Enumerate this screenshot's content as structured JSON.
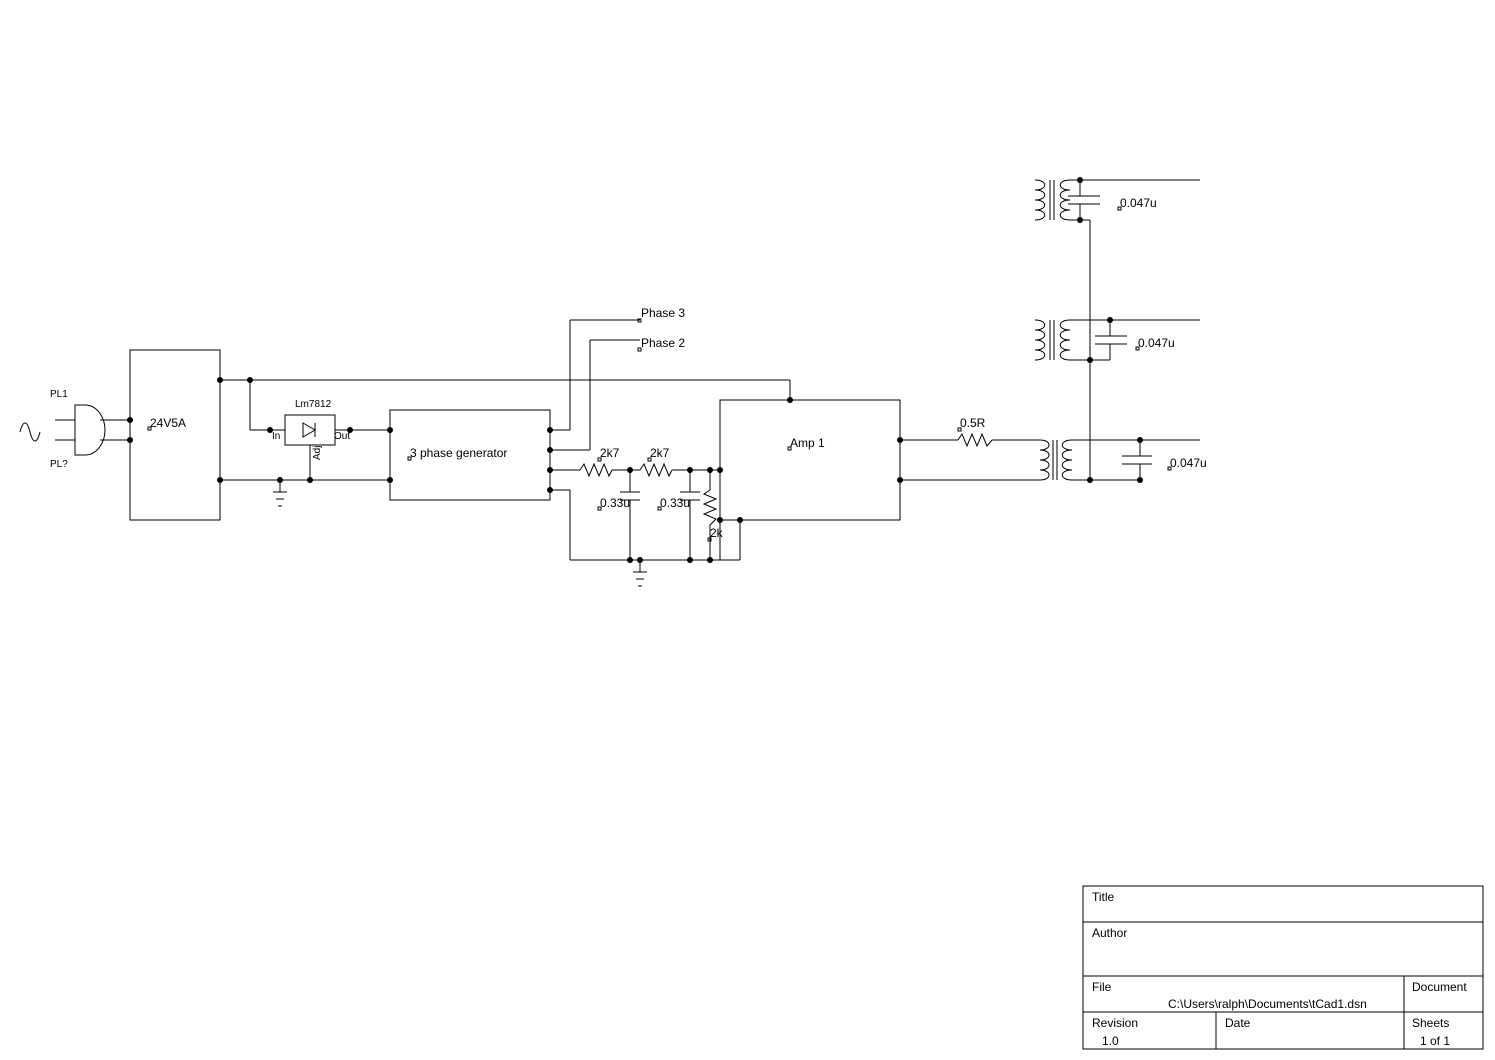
{
  "schematic": {
    "labels": {
      "pl1": "PL1",
      "pl2": "PL?",
      "psu": "24V5A",
      "reg_name": "Lm7812",
      "reg_in": "In",
      "reg_out": "Out",
      "reg_adj": "Adj",
      "gen": "3 phase generator",
      "phase3": "Phase 3",
      "phase2": "Phase 2",
      "r1": "2k7",
      "r2": "2k7",
      "c1": "0.33u",
      "c2": "0.33u",
      "r3": "2k",
      "amp": "Amp 1",
      "r4": "0.5R",
      "c3": "0.047u",
      "c4": "0.047u",
      "c5": "0.047u"
    }
  },
  "title_block": {
    "title_label": "Title",
    "title_value": "",
    "author_label": "Author",
    "author_value": "",
    "file_label": "File",
    "file_value": "C:\\Users\\ralph\\Documents\\tCad1.dsn",
    "document_label": "Document",
    "document_value": "",
    "revision_label": "Revision",
    "revision_value": "1.0",
    "date_label": "Date",
    "date_value": "",
    "sheets_label": "Sheets",
    "sheets_value": "1 of 1"
  }
}
